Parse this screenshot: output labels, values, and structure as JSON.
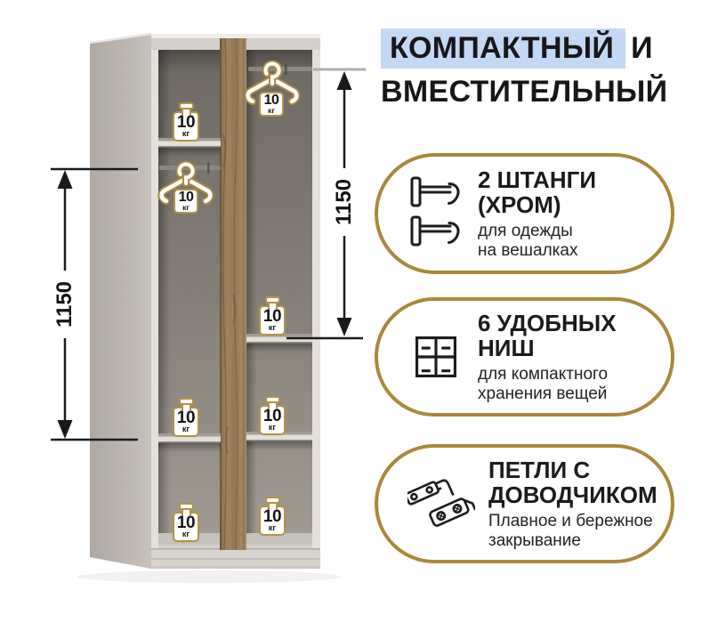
{
  "heading": {
    "highlighted": "КОМПАКТНЫЙ",
    "rest": "И",
    "line2": "ВМЕСТИТЕЛЬНЫЙ"
  },
  "features": [
    {
      "icon": "clothes-rail-icon",
      "title1": "2 ШТАНГИ",
      "title2": "(ХРОМ)",
      "sub1": "для одежды",
      "sub2": "на вешалках"
    },
    {
      "icon": "shelf-niches-icon",
      "title1": "6 УДОБНЫХ",
      "title2": "НИШ",
      "sub1": "для компактного",
      "sub2": "хранения вещей"
    },
    {
      "icon": "soft-close-hinge-icon",
      "title1": "ПЕТЛИ С",
      "title2": "ДОВОДЧИКОМ",
      "sub1": "Плавное и бережное",
      "sub2": "закрывание"
    }
  ],
  "diagram": {
    "dimension_left": "1150",
    "dimension_right": "1150",
    "weight": {
      "value": "10",
      "unit": "кг"
    },
    "weight_badge_count": 8,
    "hanger_count": 2
  },
  "colors": {
    "highlight_blue": "#c3d8f2",
    "gold": "#a8883b",
    "wood": "#9c8665",
    "cabinet_gray": "#c2bdb9"
  }
}
